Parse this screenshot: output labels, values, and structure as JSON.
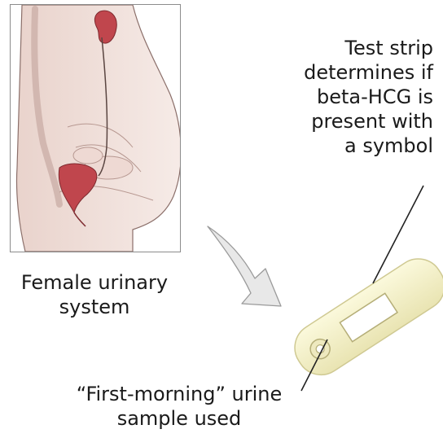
{
  "labels": {
    "test_strip": [
      "Test strip",
      "determines if",
      "beta-HCG is",
      "present with",
      "a symbol"
    ],
    "female_system": [
      "Female urinary",
      "system"
    ],
    "sample": [
      "“First-morning” urine",
      "sample used"
    ]
  },
  "colors": {
    "skin": "#f0e1dc",
    "organ": "#c0464d",
    "strip": "#f3f0c6",
    "arrow": "#e6e6e6"
  }
}
